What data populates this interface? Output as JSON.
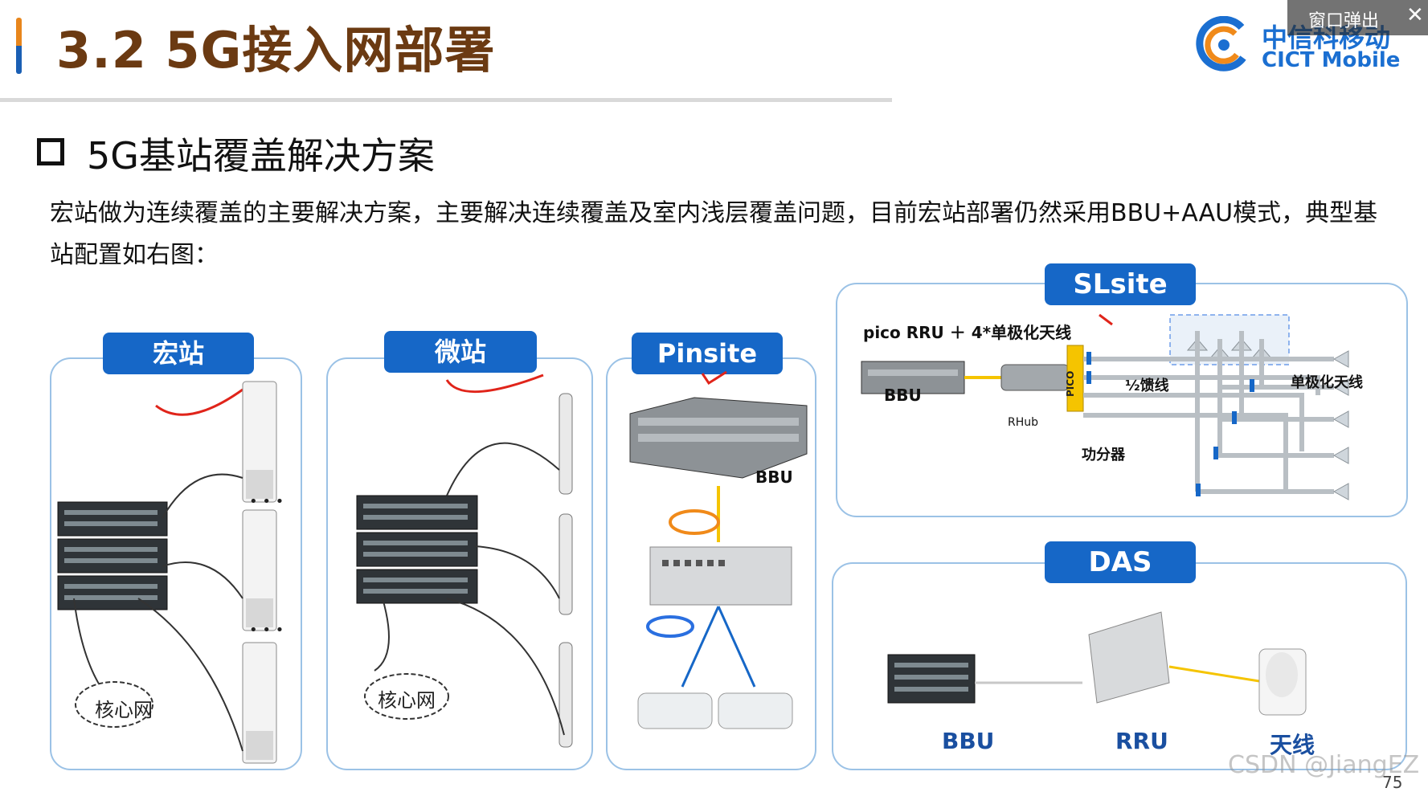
{
  "header": {
    "title": "3.2 5G接入网部署",
    "logo_cn": "中信科移动",
    "logo_en": "CICT Mobile"
  },
  "popup": {
    "label": "窗口弹出",
    "close": "✕"
  },
  "section": {
    "heading": "5G基站覆盖解决方案",
    "paragraph": "宏站做为连续覆盖的主要解决方案，主要解决连续覆盖及室内浅层覆盖问题，目前宏站部署仍然采用BBU+AAU模式，典型基站配置如右图："
  },
  "panels": {
    "macro": {
      "tag": "宏站",
      "cloud": "核心网"
    },
    "micro": {
      "tag": "微站",
      "cloud": "核心网"
    },
    "pinsite": {
      "tag": "Pinsite",
      "bbu": "BBU"
    },
    "slsite": {
      "tag": "SLsite",
      "caption": "pico RRU ＋ 4*单极化天线",
      "bbu": "BBU",
      "rhub": "RHub",
      "pico": "PICO",
      "feeder": "½馈线",
      "splitter": "功分器",
      "antenna": "单极化天线"
    },
    "das": {
      "tag": "DAS",
      "bbu": "BBU",
      "rru": "RRU",
      "antenna": "天线"
    }
  },
  "footer": {
    "watermark": "CSDN @JiangEZ",
    "page": "75"
  },
  "colors": {
    "title": "#6b3a12",
    "tag": "#1667c7",
    "panel_border": "#9bc2e6",
    "brand": "#1b6fd1"
  }
}
